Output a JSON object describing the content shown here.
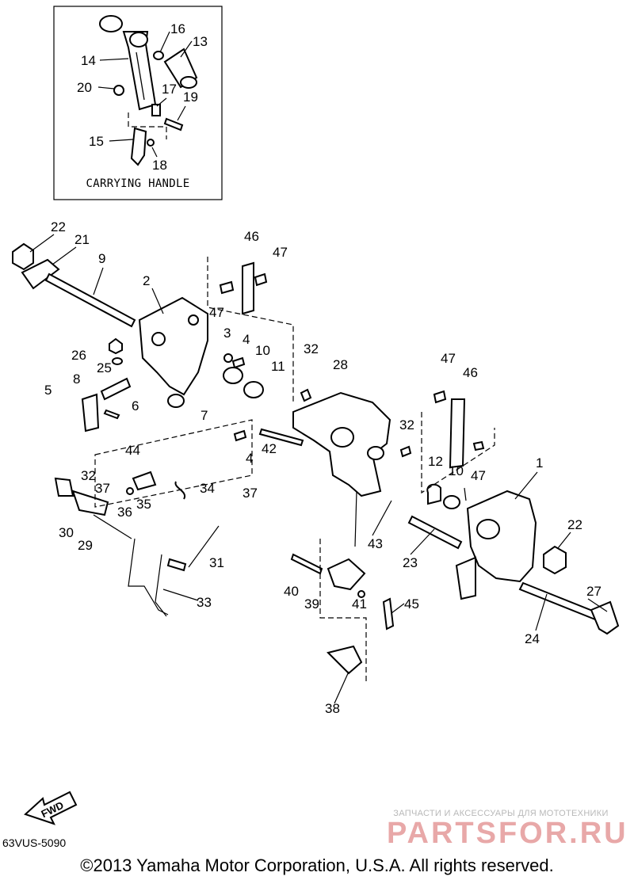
{
  "inset": {
    "title": "CARRYING HANDLE"
  },
  "diagram_code": "63VUS-5090",
  "copyright": "©2013 Yamaha Motor Corporation, U.S.A. All rights reserved.",
  "watermark": {
    "tagline": "ЗАПЧАСТИ И АКСЕССУАРЫ ДЛЯ МОТОТЕХНИКИ",
    "logo_text": "PARTSFOR.RU",
    "color": "#e8a8a8"
  },
  "fwd_arrow_label": "FWD",
  "callouts": [
    {
      "num": "1"
    },
    {
      "num": "2"
    },
    {
      "num": "3"
    },
    {
      "num": "4"
    },
    {
      "num": "4"
    },
    {
      "num": "5"
    },
    {
      "num": "6"
    },
    {
      "num": "7"
    },
    {
      "num": "8"
    },
    {
      "num": "9"
    },
    {
      "num": "10"
    },
    {
      "num": "10"
    },
    {
      "num": "11"
    },
    {
      "num": "12"
    },
    {
      "num": "13"
    },
    {
      "num": "14"
    },
    {
      "num": "15"
    },
    {
      "num": "16"
    },
    {
      "num": "17"
    },
    {
      "num": "18"
    },
    {
      "num": "19"
    },
    {
      "num": "20"
    },
    {
      "num": "21"
    },
    {
      "num": "22"
    },
    {
      "num": "22"
    },
    {
      "num": "23"
    },
    {
      "num": "24"
    },
    {
      "num": "25"
    },
    {
      "num": "26"
    },
    {
      "num": "27"
    },
    {
      "num": "28"
    },
    {
      "num": "29"
    },
    {
      "num": "30"
    },
    {
      "num": "31"
    },
    {
      "num": "32"
    },
    {
      "num": "32"
    },
    {
      "num": "32"
    },
    {
      "num": "33"
    },
    {
      "num": "34"
    },
    {
      "num": "35"
    },
    {
      "num": "36"
    },
    {
      "num": "37"
    },
    {
      "num": "37"
    },
    {
      "num": "38"
    },
    {
      "num": "39"
    },
    {
      "num": "40"
    },
    {
      "num": "41"
    },
    {
      "num": "42"
    },
    {
      "num": "43"
    },
    {
      "num": "44"
    },
    {
      "num": "45"
    },
    {
      "num": "46"
    },
    {
      "num": "46"
    },
    {
      "num": "47"
    },
    {
      "num": "47"
    },
    {
      "num": "47"
    }
  ]
}
